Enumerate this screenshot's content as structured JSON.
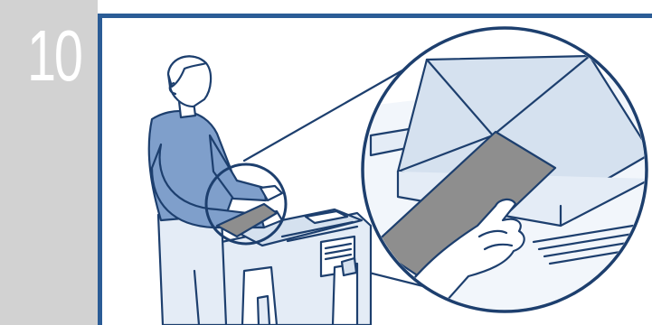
{
  "step": {
    "number": "10"
  },
  "colors": {
    "frame_blue": "#2b5c96",
    "sidebar_gray": "#d2d2d2",
    "ink": "#1d3f6e",
    "person_fill": "#7f9fcb",
    "machine_fill": "#e4ecf6",
    "sheet_gray": "#8e8e8e"
  },
  "illustration": {
    "subject": "person-feeding-sheet-into-printer",
    "detail": "magnified-hand-inserting-sheet"
  }
}
